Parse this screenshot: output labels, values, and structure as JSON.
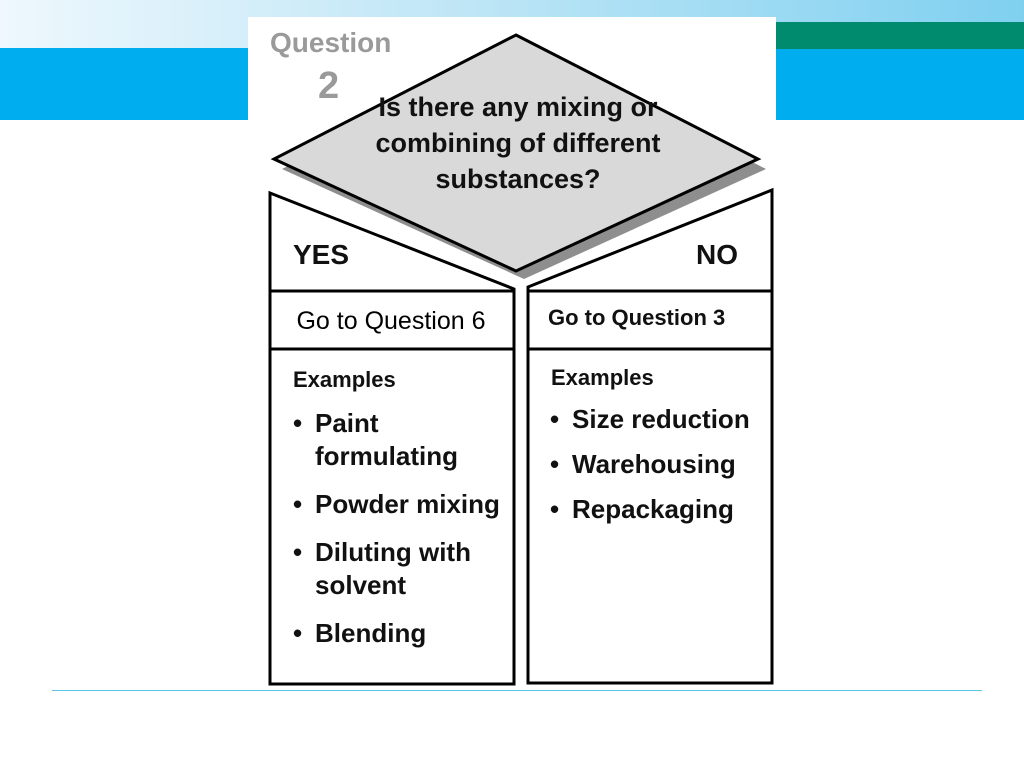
{
  "question": {
    "label": "Question",
    "number": "2"
  },
  "decision": {
    "text": "Is there any mixing or combining of different substances?"
  },
  "yes_branch": {
    "label": "YES",
    "goto": "Go to Question 6",
    "examples_title": "Examples",
    "examples": [
      "Paint formulating",
      "Powder mixing",
      "Diluting with solvent",
      "Blending"
    ]
  },
  "no_branch": {
    "label": "NO",
    "goto": "Go to Question 3",
    "examples_title": "Examples",
    "examples": [
      "Size reduction",
      "Warehousing",
      "Repackaging"
    ]
  },
  "colors": {
    "banner_blue": "#00adef",
    "banner_teal": "#008a6e",
    "diamond_fill": "#d9d9d9",
    "question_gray": "#9a9a9a"
  }
}
